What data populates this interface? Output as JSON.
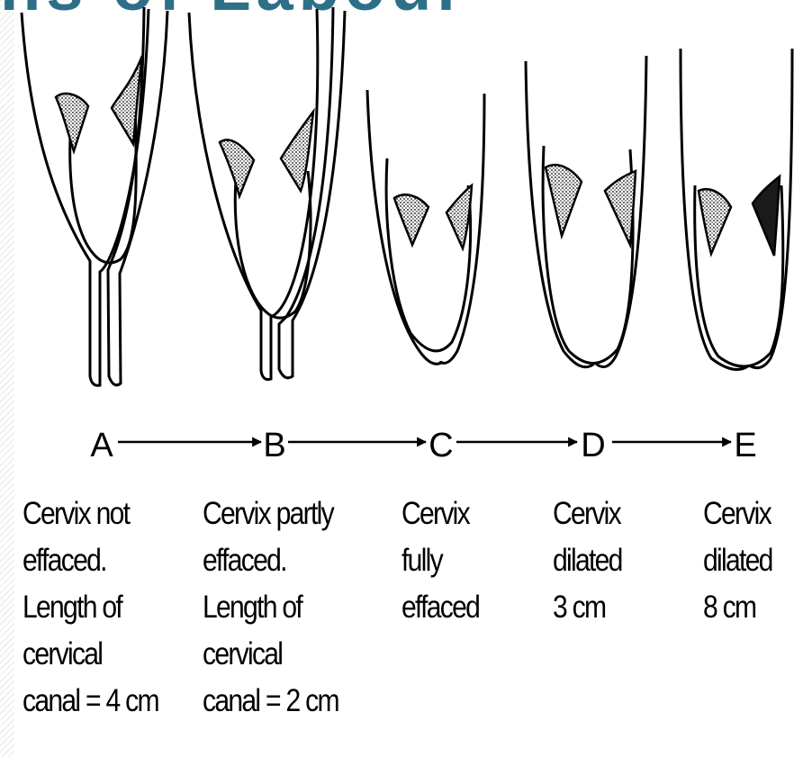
{
  "title_fragment": "ns of Labour",
  "stages": [
    {
      "letter": "A",
      "lines": [
        "Cervix not",
        "effaced.",
        "Length of",
        "cervical",
        "canal = 4 cm"
      ]
    },
    {
      "letter": "B",
      "lines": [
        "Cervix partly",
        "effaced.",
        "Length of",
        "cervical",
        "canal = 2 cm"
      ]
    },
    {
      "letter": "C",
      "lines": [
        "Cervix",
        "fully",
        "effaced"
      ]
    },
    {
      "letter": "D",
      "lines": [
        "Cervix",
        "dilated",
        "3 cm"
      ]
    },
    {
      "letter": "E",
      "lines": [
        "Cervix",
        "dilated",
        "8 cm"
      ]
    }
  ],
  "colors": {
    "title": "#2e6f88",
    "ink": "#000000",
    "background": "#ffffff"
  }
}
